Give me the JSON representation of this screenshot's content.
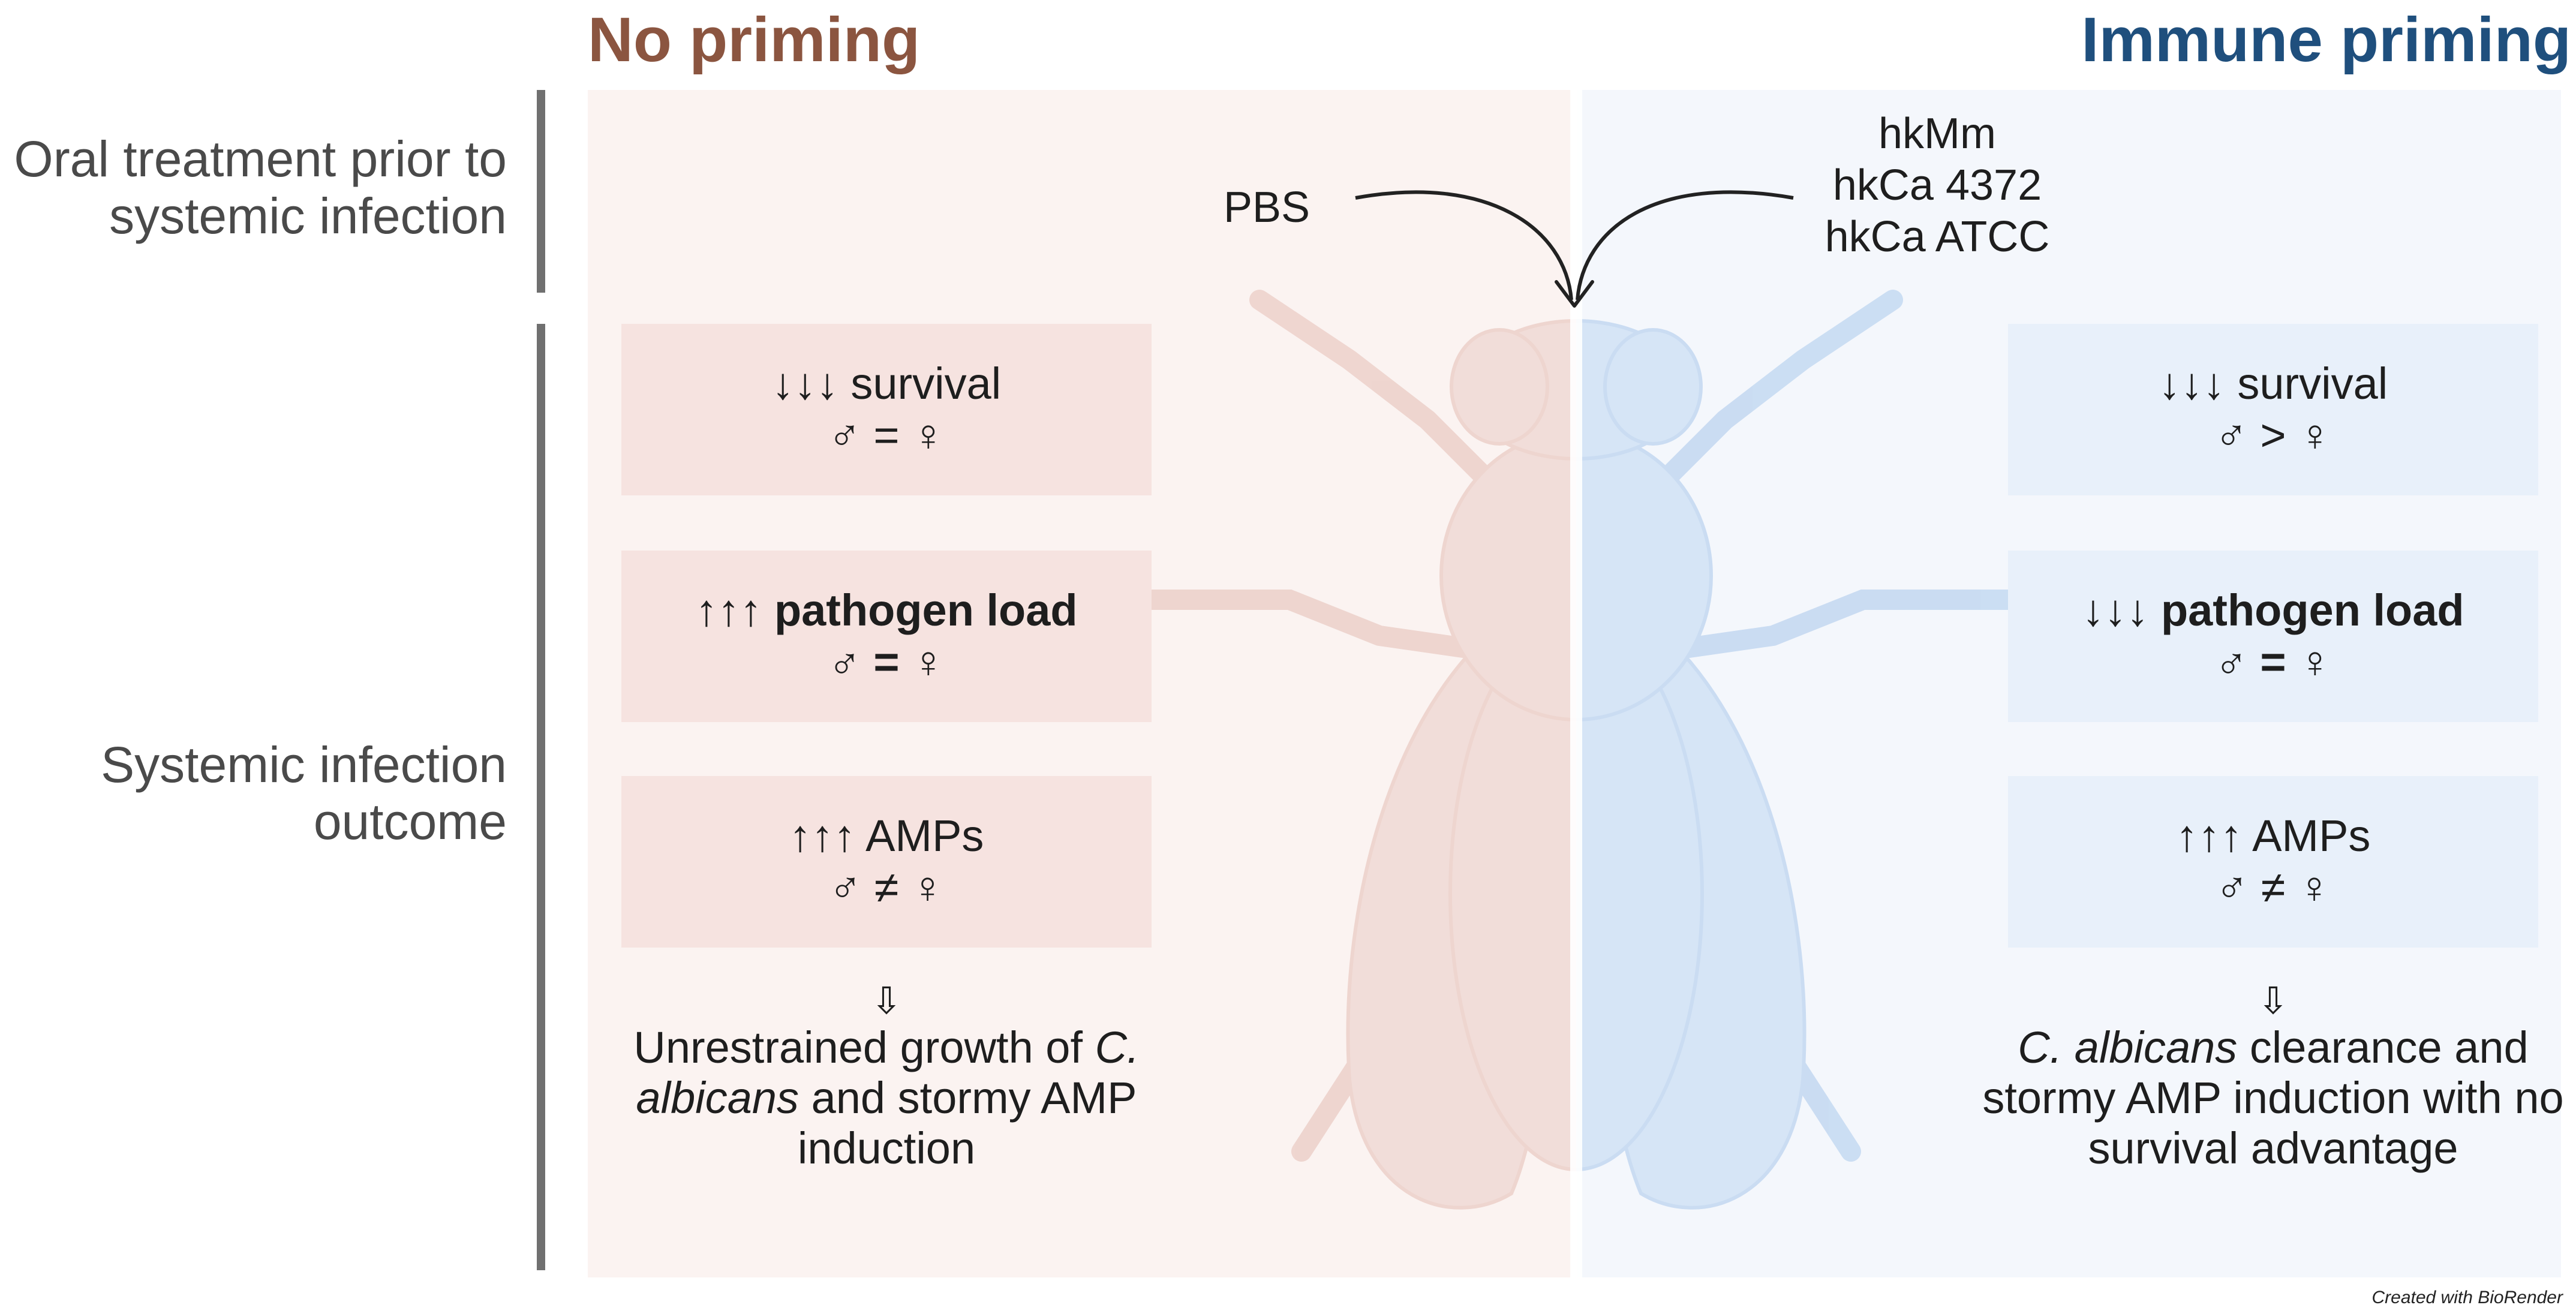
{
  "headings": {
    "left": "No priming",
    "right": "Immune priming"
  },
  "row_labels": {
    "treatment": [
      "Oral treatment prior to",
      "systemic infection"
    ],
    "outcome": [
      "Systemic infection",
      "outcome"
    ]
  },
  "treatments": {
    "control": "PBS",
    "priming": [
      "hkMm",
      "hkCa 4372",
      "hkCa ATCC"
    ]
  },
  "no_priming": {
    "survival": {
      "arrows": "↓↓↓",
      "label": "survival",
      "sex": "♂ = ♀"
    },
    "pathogen": {
      "arrows": "↑↑↑",
      "label": "pathogen load",
      "sex": "♂ = ♀"
    },
    "amps": {
      "arrows": "↑↑↑",
      "label": "AMPs",
      "sex": "♂ ≠ ♀"
    },
    "conclusion": {
      "arrow": "⇩",
      "pre": "Unrestrained growth of ",
      "italic": "C. albicans",
      "post": " and stormy AMP induction"
    }
  },
  "immune_priming": {
    "survival": {
      "arrows": "↓↓↓",
      "label": "survival",
      "sex": "♂ > ♀"
    },
    "pathogen": {
      "arrows": "↓↓↓",
      "label": "pathogen load",
      "sex": "♂ = ♀"
    },
    "amps": {
      "arrows": "↑↑↑",
      "label": "AMPs",
      "sex": "♂ ≠ ♀"
    },
    "conclusion": {
      "arrow": "⇩",
      "italic": "C. albicans",
      "post": " clearance and stormy AMP induction with no survival advantage"
    }
  },
  "credit": "Created with BioRender",
  "colors": {
    "left_heading": "#8b5540",
    "right_heading": "#1f4f7d",
    "left_panel": "#fbf3f1",
    "right_panel": "#f4f7fc",
    "left_box": "#f6e3e0",
    "right_box": "#e8f0fa"
  }
}
